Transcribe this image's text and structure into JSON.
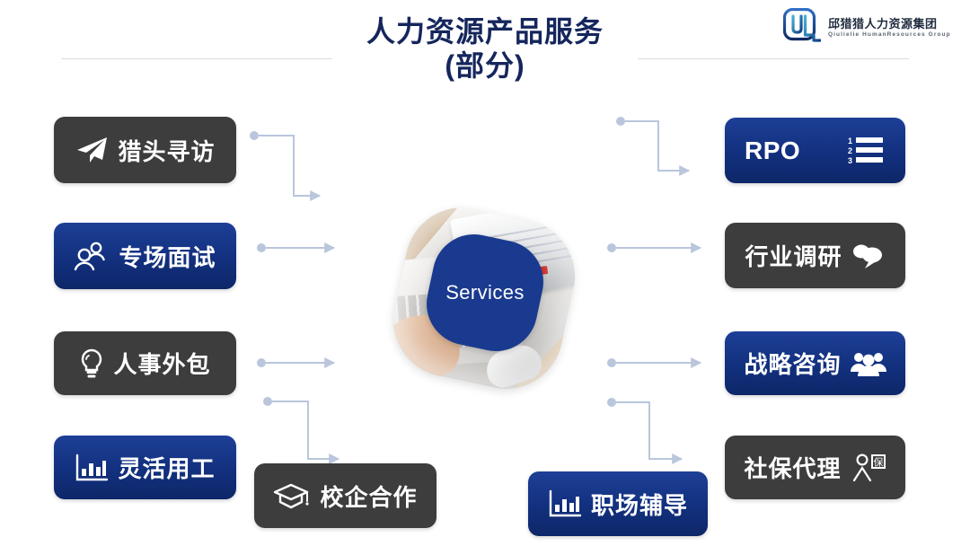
{
  "slide": {
    "title": "人力资源产品服务\n(部分)",
    "background_color": "#ffffff",
    "title_color": "#15265c"
  },
  "logo": {
    "name_cn": "邱猎猎人力资源集团",
    "name_en": "Qiulielie HumanResources Group",
    "mark_icon": "logo-mark-icon",
    "mark_color": "#1f4fa0"
  },
  "center": {
    "label": "Services",
    "badge_color": "#1a3a8f",
    "photo_icon": "desk-laptop-photo"
  },
  "colors": {
    "dark": "#3d3d3d",
    "navy": "#12307e",
    "connector": "#b9c6dc",
    "rule": "#dcdcdc"
  },
  "nodes": {
    "left": [
      {
        "label": "猎头寻访",
        "icon": "paper-plane-icon",
        "style": "dark"
      },
      {
        "label": "专场面试",
        "icon": "people-group-icon",
        "style": "navy"
      },
      {
        "label": "人事外包",
        "icon": "lightbulb-icon",
        "style": "dark"
      },
      {
        "label": "灵活用工",
        "icon": "bar-chart-icon",
        "style": "navy"
      }
    ],
    "right": [
      {
        "label": "RPO",
        "icon": "numbered-list-icon",
        "style": "navy"
      },
      {
        "label": "行业调研",
        "icon": "speech-bubble-icon",
        "style": "dark"
      },
      {
        "label": "战略咨询",
        "icon": "users-group-icon",
        "style": "navy"
      },
      {
        "label": "社保代理",
        "icon": "person-insurance-icon",
        "style": "dark"
      }
    ],
    "bottom": [
      {
        "label": "校企合作",
        "icon": "graduation-cap-icon",
        "style": "dark"
      },
      {
        "label": "职场辅导",
        "icon": "bar-chart-icon",
        "style": "navy"
      }
    ]
  }
}
